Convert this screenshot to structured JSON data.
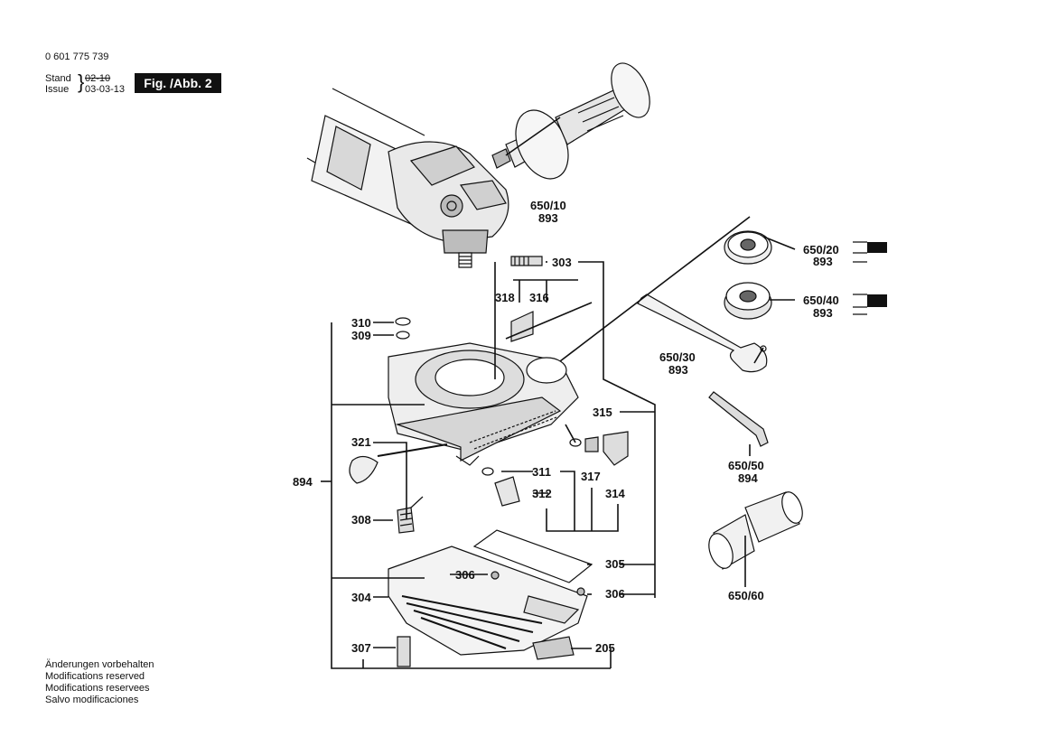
{
  "header": {
    "part_number": "0 601 775 739",
    "stand_label": "Stand",
    "issue_label": "Issue",
    "stand_value": "02-10",
    "issue_value": "03-03-13",
    "figure_label": "Fig. /Abb. 2"
  },
  "notes": [
    "Änderungen vorbehalten",
    "Modifications reserved",
    "Modifications reservees",
    "Salvo modificaciones"
  ],
  "callouts": {
    "c650_10": "650/10",
    "c650_10_sub": "893",
    "c650_20": "650/20",
    "c650_20_sub": "893",
    "c650_40": "650/40",
    "c650_40_sub": "893",
    "c650_30": "650/30",
    "c650_30_sub": "893",
    "c650_50": "650/50",
    "c650_50_sub": "894",
    "c650_60": "650/60",
    "c303": "303",
    "c318": "318",
    "c316": "316",
    "c310": "310",
    "c309": "309",
    "c315": "315",
    "c321": "321",
    "c894": "894",
    "c311": "311",
    "c317": "317",
    "c314": "314",
    "c312": "312",
    "c308": "308",
    "c305": "305",
    "c306a": "306",
    "c306b": "306",
    "c304": "304",
    "c307": "307",
    "c205": "205"
  }
}
